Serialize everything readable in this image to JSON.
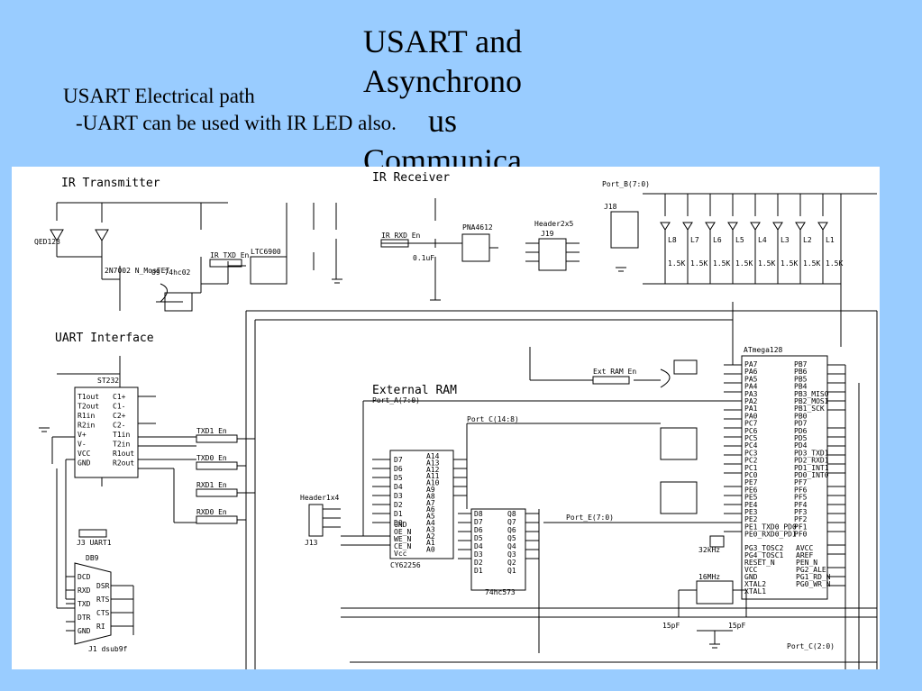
{
  "slide": {
    "title_lines": [
      "USART and",
      "Asynchrono",
      "us",
      "Communica"
    ],
    "bullet_main": "USART Electrical path",
    "bullet_sub": "-UART can be used with IR LED also."
  },
  "schematic": {
    "section_ir_tx": "IR Transmitter",
    "section_ir_rx": "IR Receiver",
    "section_uart": "UART Interface",
    "section_ram": "External RAM",
    "port_b": "Port_B(7:0)",
    "port_a": "Port_A(7:0)",
    "port_c": "Port_C(14:8)",
    "port_e": "Port_E(7:0)",
    "port_c2": "Port_C(2:0)",
    "u9": "U9 74hc02",
    "u4": "LTC6900",
    "u3": "PNA4612",
    "u8": "ATmega128",
    "u5": "ST232",
    "u1": "CY62256",
    "u2": "74hc573",
    "j1": "J1 dsub9f",
    "db9": "DB9",
    "ir_txd_en": "IR TXD En",
    "ir_rxd_en": "IR RXD En",
    "ext_ram_en": "Ext RAM En",
    "txd1_en": "TXD1 En",
    "txd0_en": "TXD0 En",
    "rxd1_en": "RXD1 En",
    "rxd0_en": "RXD0 En",
    "header2x5": "Header2x5",
    "header1x4": "Header1x4",
    "j18": "J18",
    "j19": "J19",
    "j13": "J13",
    "j3_uart1": "J3 UART1",
    "crystal_32": "32kHz",
    "crystal_16": "16MHz",
    "cap_15pf": "15pF",
    "cap_01uf": "0.1uF",
    "qed123": "QED123",
    "mosfet": "2N7002 N_MosFET",
    "leds": [
      "L8",
      "L7",
      "L6",
      "L5",
      "L4",
      "L3",
      "L2",
      "L1"
    ],
    "led_res": [
      "1.5K",
      "1.5K",
      "1.5K",
      "1.5K",
      "1.5K",
      "1.5K",
      "1.5K",
      "1.5K"
    ],
    "ram_pins_d": [
      "D7",
      "D6",
      "D5",
      "D4",
      "D3",
      "D2",
      "D1",
      "D0"
    ],
    "ram_pins_a": [
      "A14",
      "A13",
      "A12",
      "A11",
      "A10",
      "A9",
      "A8",
      "A7",
      "A6",
      "A5",
      "A4",
      "A3",
      "A2",
      "A1",
      "A0"
    ],
    "ram_ctrl": [
      "GND",
      "OE_N",
      "WE_N",
      "CE_N",
      "Vcc"
    ],
    "latch_left": [
      "D8",
      "D7",
      "D6",
      "D5",
      "D4",
      "D3",
      "D2",
      "D1"
    ],
    "latch_right": [
      "Q8",
      "Q7",
      "Q6",
      "Q5",
      "Q4",
      "Q3",
      "Q2",
      "Q1"
    ],
    "mcu_left": [
      "PA7",
      "PA6",
      "PA5",
      "PA4",
      "PA3",
      "PA2",
      "PA1",
      "PA0",
      "PC7",
      "PC6",
      "PC5",
      "PC4",
      "PC3",
      "PC2",
      "PC1",
      "PC0",
      "PE7",
      "PE6",
      "PE5",
      "PE4",
      "PE3",
      "PE2",
      "PE1_TXD0_PD0",
      "PE0_RXD0_PDI"
    ],
    "mcu_right": [
      "PB7",
      "PB6",
      "PB5",
      "PB4",
      "PB3_MISO",
      "PB2_MOSI",
      "PB1_SCK",
      "PB0",
      "PD7",
      "PD6",
      "PD5",
      "PD4",
      "PD3_TXD1",
      "PD2_RXD1",
      "PD1_INT1",
      "PD0_INT0",
      "PF7",
      "PF6",
      "PF5",
      "PF4",
      "PF3",
      "PF2",
      "PF1",
      "PF0"
    ],
    "mcu_bottom_left": [
      "PG3_TOSC2",
      "PG4_TOSC1",
      "RESET_N",
      "VCC",
      "GND",
      "XTAL2",
      "XTAL1"
    ],
    "mcu_bottom_right": [
      "AVCC",
      "AREF",
      "PEN_N",
      "PG2_ALE",
      "PG1_RD_N",
      "PG0_WR_N"
    ],
    "max232_left": [
      "C1+",
      "C1-",
      "C2+",
      "C2-",
      "T1in",
      "T2in",
      "R1out",
      "R2out"
    ],
    "max232_right": [
      "T1out",
      "T2out",
      "R1in",
      "R2in",
      "V+",
      "V-",
      "VCC",
      "GND"
    ],
    "db9_pins": [
      "DCD",
      "RXD",
      "TXD",
      "DTR",
      "GND",
      "DSR",
      "RTS",
      "CTS",
      "RI"
    ]
  }
}
